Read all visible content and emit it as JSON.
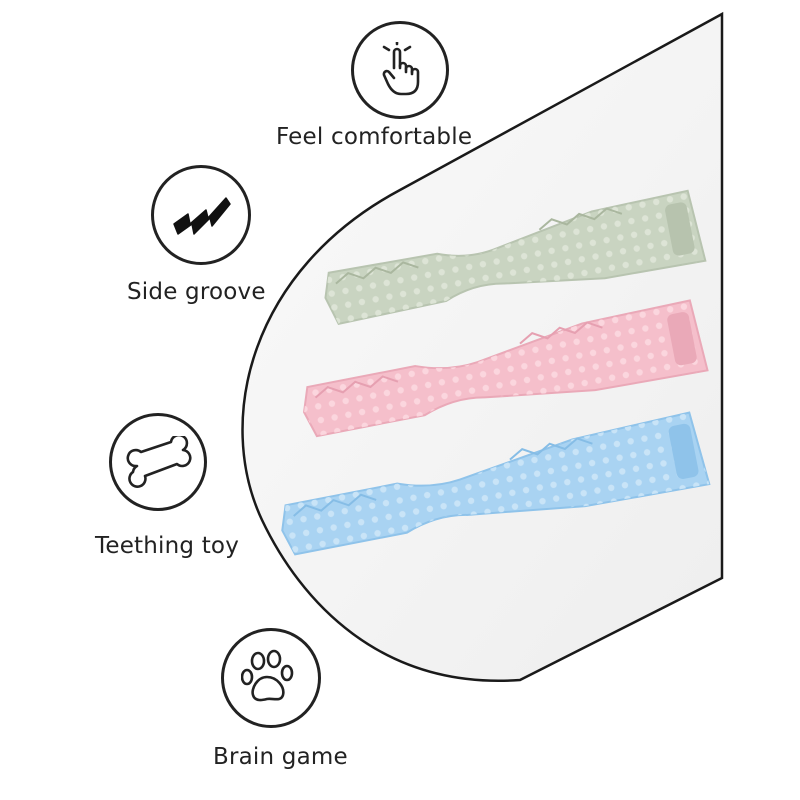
{
  "features": [
    {
      "label": "Feel comfortable",
      "icon": "pointing-hand-icon"
    },
    {
      "label": "Side groove",
      "icon": "zigzag-groove-icon"
    },
    {
      "label": "Teething toy",
      "icon": "bone-icon"
    },
    {
      "label": "Brain game",
      "icon": "paw-print-icon"
    }
  ],
  "product": {
    "toys": [
      {
        "color_name": "green",
        "color": "#c9d4c1"
      },
      {
        "color_name": "pink",
        "color": "#f5bfcb"
      },
      {
        "color_name": "blue",
        "color": "#a9d3f2"
      }
    ]
  }
}
